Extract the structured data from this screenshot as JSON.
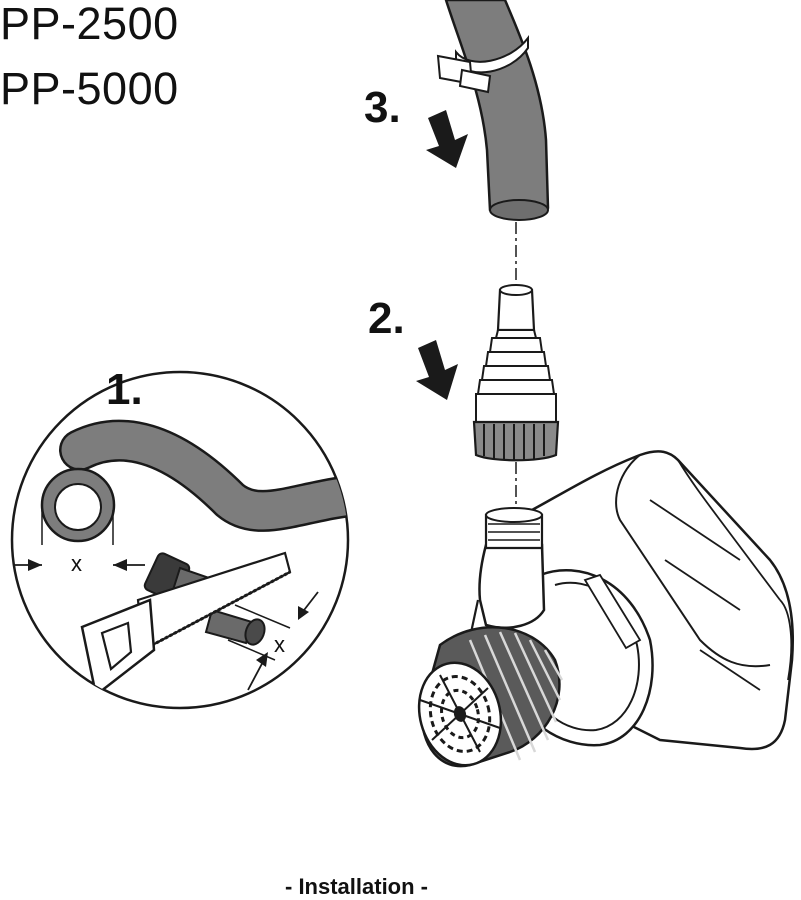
{
  "models": [
    "PP-2500",
    "PP-5000"
  ],
  "steps": {
    "one": "1.",
    "two": "2.",
    "three": "3."
  },
  "dimension_label": "x",
  "caption": "- Installation -",
  "colors": {
    "hose": "#7d7d7d",
    "outline": "#1a1a1a",
    "background": "#ffffff"
  }
}
